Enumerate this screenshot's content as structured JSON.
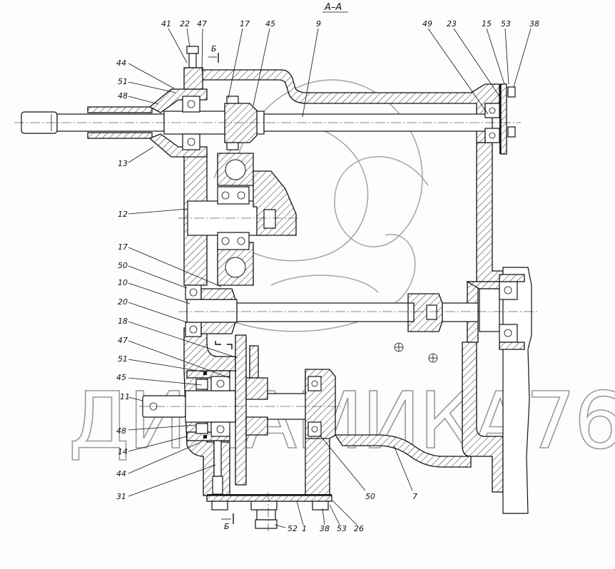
{
  "drawing": {
    "section_title": "А–А",
    "section_marker_label": "Б",
    "watermark_text": "ДИНАМИКА76",
    "colors": {
      "ink": "#111111",
      "watermark": "#9a9a9a",
      "background": "#fdfdfd"
    }
  },
  "callouts": {
    "top": [
      "41",
      "22",
      "47",
      "17",
      "45",
      "9",
      "49",
      "23",
      "15",
      "53",
      "38"
    ],
    "left_upper": [
      "44",
      "51",
      "48",
      "13",
      "12"
    ],
    "left_lower": [
      "17",
      "50",
      "10",
      "20",
      "18",
      "47",
      "51",
      "45",
      "11",
      "48",
      "14",
      "44",
      "31"
    ],
    "bottom": [
      "52",
      "1",
      "38",
      "53",
      "26",
      "50",
      "7"
    ]
  }
}
